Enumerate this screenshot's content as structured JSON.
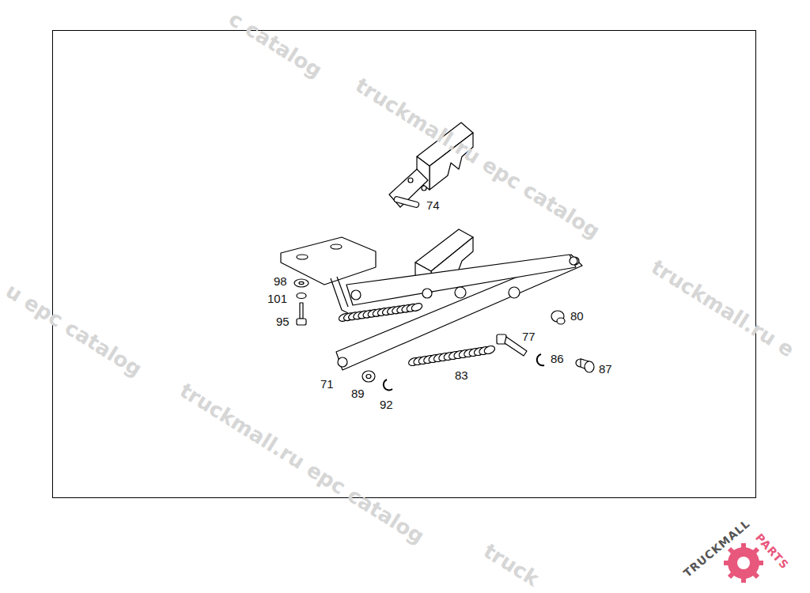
{
  "diagram": {
    "labels": [
      "c catalog",
      "truckmall.ru epc catalog",
      "74",
      "98",
      "u epc catalog",
      "truckmall.ru e",
      "101",
      "80",
      "95",
      "77",
      "86",
      "87",
      "83",
      "71",
      "89",
      "truckmall.ru epc catalog",
      "92",
      "TRUCKMALL",
      "PARTS",
      "truck"
    ]
  }
}
